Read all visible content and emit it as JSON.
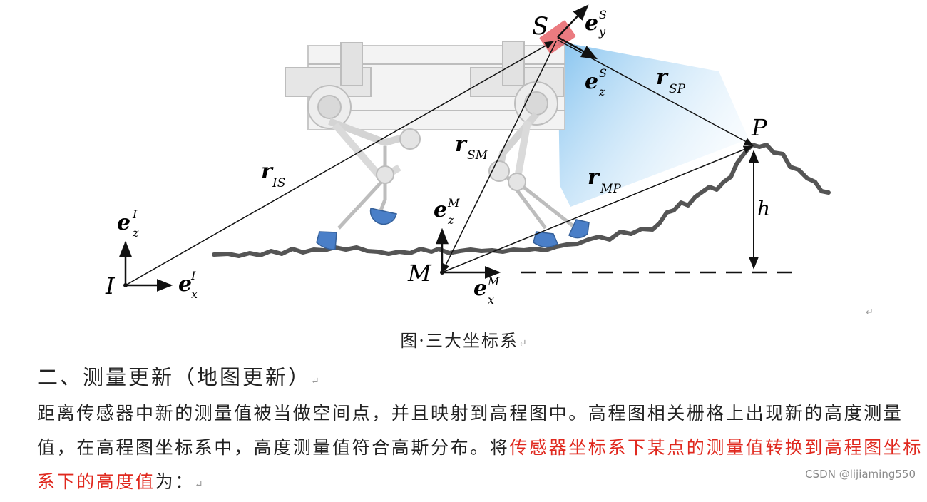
{
  "figure": {
    "labels": {
      "S": "S",
      "P": "P",
      "M": "M",
      "I": "I",
      "h": "h",
      "r": "r",
      "e": "e",
      "r_IS_sub": "IS",
      "r_SM_sub": "SM",
      "r_SP_sub": "SP",
      "r_MP_sub": "MP",
      "eS_sup": "S",
      "eM_sup": "M",
      "eI_sup": "I",
      "x_sub": "x",
      "y_sub": "y",
      "z_sub": "z"
    },
    "colors": {
      "sensor": "#e8646a",
      "foot": "#4a7fc8",
      "terrain": "#555555",
      "cone": "#b8dcf5"
    }
  },
  "caption": {
    "text": "图·三大坐标系",
    "mark": "↵"
  },
  "corner_mark": "↵",
  "heading": {
    "text": "二、测量更新（地图更新）",
    "mark": "↵"
  },
  "paragraph": {
    "plain1": "距离传感器中新的测量值被当做空间点，并且映射到高程图中。高程图相关栅格上出现新的高度测量值，在高程图坐标系中，高度测量值符合高斯分布。将",
    "red": "传感器坐标系下某点的测量值转换到高程图坐标系下的高度值",
    "plain2": "为：",
    "mark": "↵"
  },
  "watermark": "CSDN @lijiaming550"
}
